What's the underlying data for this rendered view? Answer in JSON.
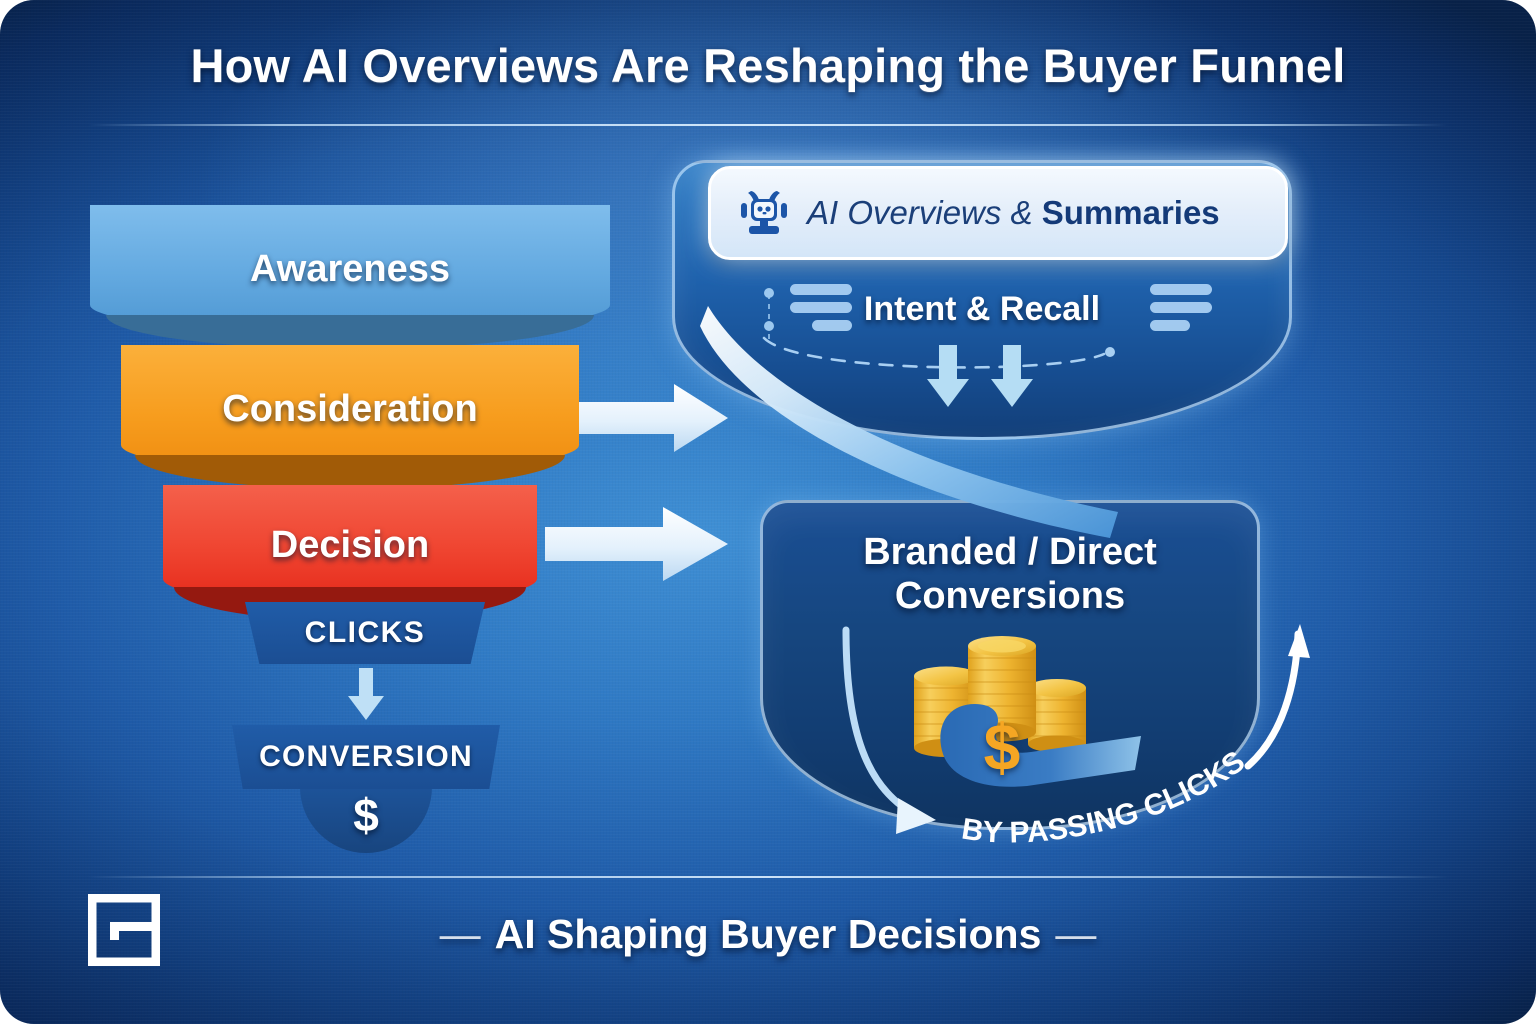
{
  "title": "How AI Overviews Are Reshaping the Buyer Funnel",
  "funnel": {
    "stages": [
      {
        "label": "Awareness",
        "color": "#63a9e0"
      },
      {
        "label": "Consideration",
        "color": "#f79d1e"
      },
      {
        "label": "Decision",
        "color": "#ef4430"
      }
    ],
    "clicks_label": "CLICKS",
    "conversion_label": "CONVERSION",
    "conversion_symbol": "$"
  },
  "ai_panel": {
    "pill_text_italic": "AI Overviews & ",
    "pill_text_bold": "Summaries",
    "robot_icon": "robot-icon",
    "intent_label": "Intent & Recall"
  },
  "conversions_panel": {
    "title_line1": "Branded / Direct",
    "title_line2": "Conversions",
    "dollar_symbol": "$",
    "bypass_label": "BY PASSING CLICKS"
  },
  "footer": {
    "dash_left": "—",
    "caption": "AI Shaping Buyer Decisions",
    "dash_right": "—",
    "logo_name": "e-monogram-logo"
  },
  "colors": {
    "background_center": "#3f8fd4",
    "background_edge": "#09254f",
    "awareness": "#63a9e0",
    "consideration": "#f79d1e",
    "decision": "#ef4430",
    "chip_blue": "#1b4e93",
    "gold": "#f5a623",
    "light_blue": "#a9d2f5",
    "white": "#ffffff"
  }
}
